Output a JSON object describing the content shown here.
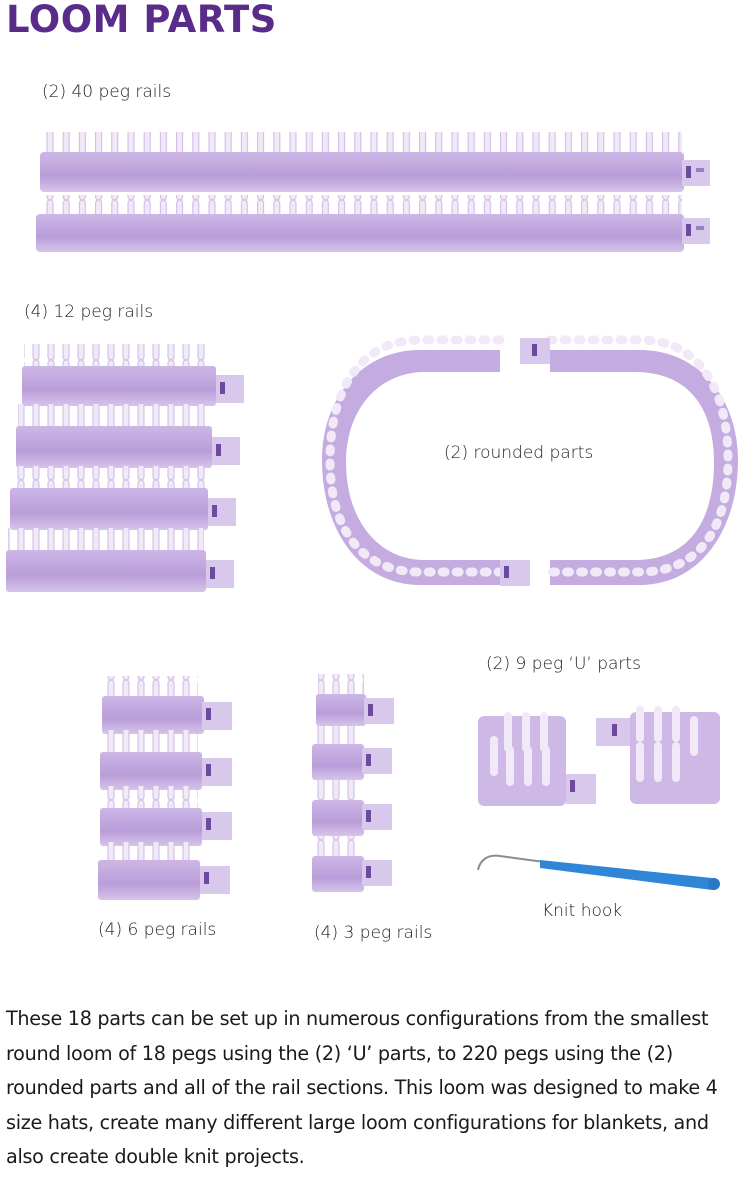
{
  "page": {
    "title": "LOOM PARTS"
  },
  "parts": {
    "rails_40": {
      "label": "(2) 40 peg rails",
      "count": 2,
      "pegs": 40
    },
    "rails_12": {
      "label": "(4) 12 peg rails",
      "count": 4,
      "pegs": 12
    },
    "rounded": {
      "label": "(2) rounded parts",
      "count": 2
    },
    "u_parts": {
      "label": "(2) 9 peg ‘U’ parts",
      "count": 2,
      "pegs": 9
    },
    "rails_6": {
      "label": "(4) 6 peg rails",
      "count": 4,
      "pegs": 6
    },
    "rails_3": {
      "label": "(4) 3 peg rails",
      "count": 4,
      "pegs": 3
    },
    "hook": {
      "label": "Knit hook"
    }
  },
  "description": "These 18 parts can be set up in numerous configurations from the smallest round loom of 18 pegs using the (2) ‘U’ parts, to 220 pegs using the (2) rounded parts and all of the rail sections. This loom was designed to make 4 size hats, create many different large loom configurations for blankets, and also create double knit projects.",
  "colors": {
    "title": "#5a2c8a",
    "loom": "#c7b0e0",
    "loom_dark": "#a98ccc",
    "peg": "#f1e8f8",
    "hook_handle": "#2f86d6"
  }
}
